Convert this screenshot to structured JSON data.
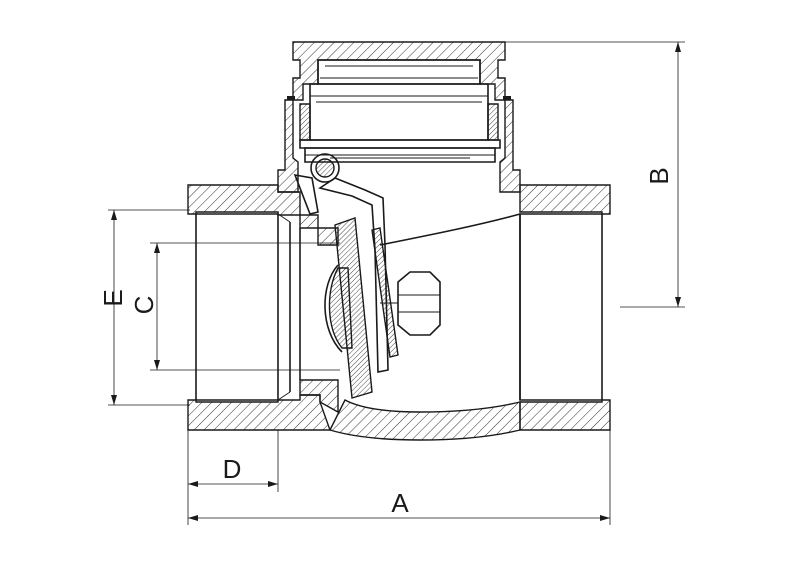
{
  "diagram": {
    "dimension_labels": {
      "A": "A",
      "B": "B",
      "C": "C",
      "D": "D",
      "E": "E"
    }
  }
}
